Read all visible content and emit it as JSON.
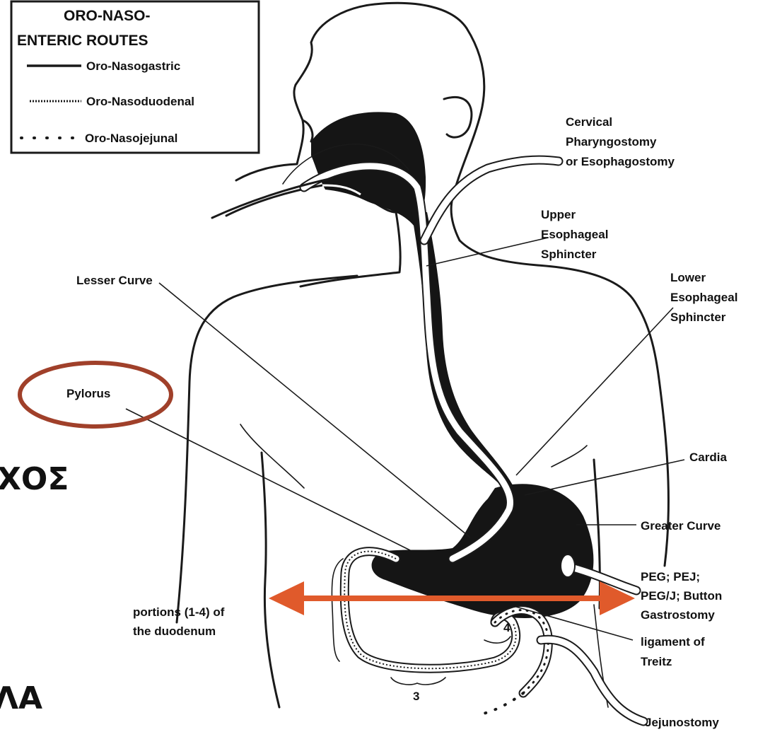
{
  "legend": {
    "title_line1": "ORO-NASO-",
    "title_line2": "ENTERIC ROUTES",
    "items": [
      {
        "label": "Oro-Nasogastric",
        "style": "solid"
      },
      {
        "label": "Oro-Nasoduodenal",
        "style": "dashed"
      },
      {
        "label": "Oro-Nasojejunal",
        "style": "dotted"
      }
    ]
  },
  "labels": {
    "cervical_1": "Cervical",
    "cervical_2": "Pharyngostomy",
    "cervical_3": "or Esophagostomy",
    "upper_1": "Upper",
    "upper_2": "Esophageal",
    "upper_3": "Sphincter",
    "lower_1": "Lower",
    "lower_2": "Esophageal",
    "lower_3": "Sphincter",
    "lesser_curve": "Lesser Curve",
    "pylorus": "Pylorus",
    "cardia": "Cardia",
    "greater_curve": "Greater Curve",
    "peg_1": "PEG; PEJ;",
    "peg_2": "PEG/J; Button",
    "peg_3": "Gastrostomy",
    "duodenum_1": "portions (1-4) of",
    "duodenum_2": "the duodenum",
    "treitz_1": "ligament of",
    "treitz_2": "Treitz",
    "jejunostomy": "Jejunostomy",
    "portion_3": "3",
    "portion_4": "4"
  },
  "slide_text": {
    "fragment_1": "ΧΟΣ",
    "fragment_2": "ΛΑ"
  },
  "annotation_colors": {
    "pylorus_circle": "#a0402a",
    "arrow": "#e05a2b"
  }
}
